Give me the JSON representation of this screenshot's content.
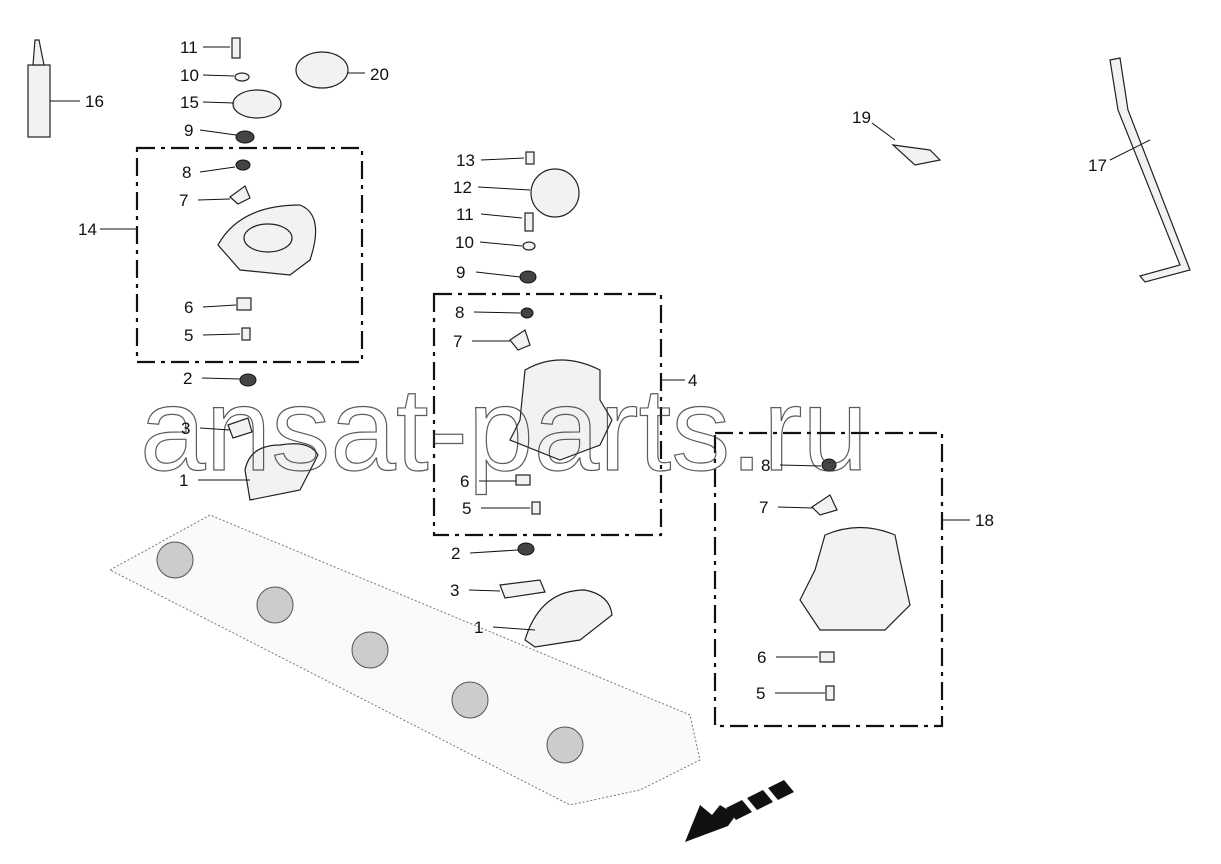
{
  "diagram": {
    "watermark": "ansat-parts.ru",
    "callouts": [
      "11",
      "10",
      "15",
      "9",
      "20",
      "16",
      "14",
      "8",
      "7",
      "6",
      "5",
      "2",
      "3",
      "1",
      "13",
      "12",
      "11",
      "10",
      "9",
      "4",
      "8",
      "7",
      "6",
      "5",
      "2",
      "3",
      "1",
      "18",
      "8",
      "7",
      "6",
      "5",
      "19",
      "17"
    ]
  }
}
